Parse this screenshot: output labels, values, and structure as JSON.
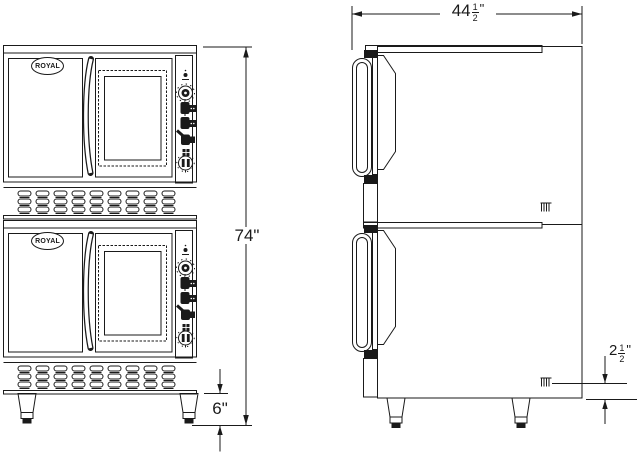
{
  "brand": {
    "name": "ROYAL"
  },
  "dimensions": {
    "width": {
      "whole": "44",
      "num": "1",
      "den": "2",
      "unit": "\""
    },
    "height": {
      "text": "74\""
    },
    "legs": {
      "text": "6\""
    },
    "gas": {
      "whole": "2",
      "num": "1",
      "den": "2",
      "unit": "\""
    }
  },
  "colors": {
    "line": "#1a1a1a",
    "background": "#ffffff"
  }
}
